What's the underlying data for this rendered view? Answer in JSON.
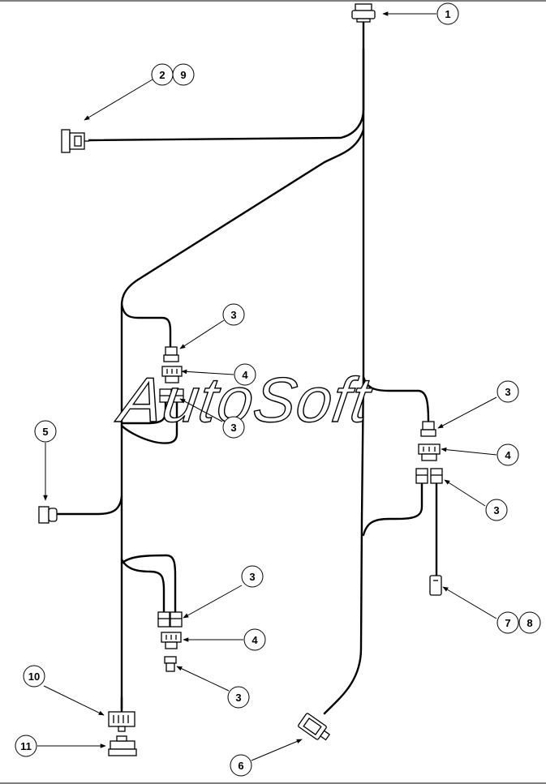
{
  "watermark": "AutoSoft",
  "callouts": {
    "c1": "1",
    "c2": "2",
    "c9": "9",
    "c3a": "3",
    "c4a": "4",
    "c3b": "3",
    "c3c": "3",
    "c4b": "4",
    "c3d": "3",
    "c5": "5",
    "c3e": "3",
    "c4c": "4",
    "c3f": "3",
    "c7": "7",
    "c8": "8",
    "c10": "10",
    "c11": "11",
    "c6": "6"
  }
}
